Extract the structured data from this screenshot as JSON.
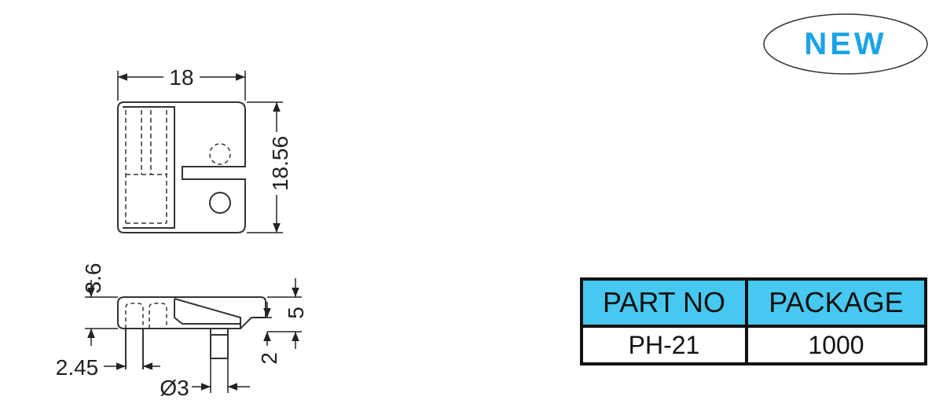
{
  "badge": {
    "label": "NEW",
    "color": "#1aa3e8"
  },
  "top_view": {
    "width_label": "18",
    "height_label": "18.56"
  },
  "side_view": {
    "top_thickness_label": "3.6",
    "height_label": "5",
    "pin_offset_label": "2",
    "slot_width_label": "2.45",
    "pin_diameter_label": "Ø3"
  },
  "table": {
    "headers": [
      "PART NO",
      "PACKAGE"
    ],
    "rows": [
      [
        "PH-21",
        "1000"
      ]
    ],
    "header_color": "#46c8f0"
  }
}
